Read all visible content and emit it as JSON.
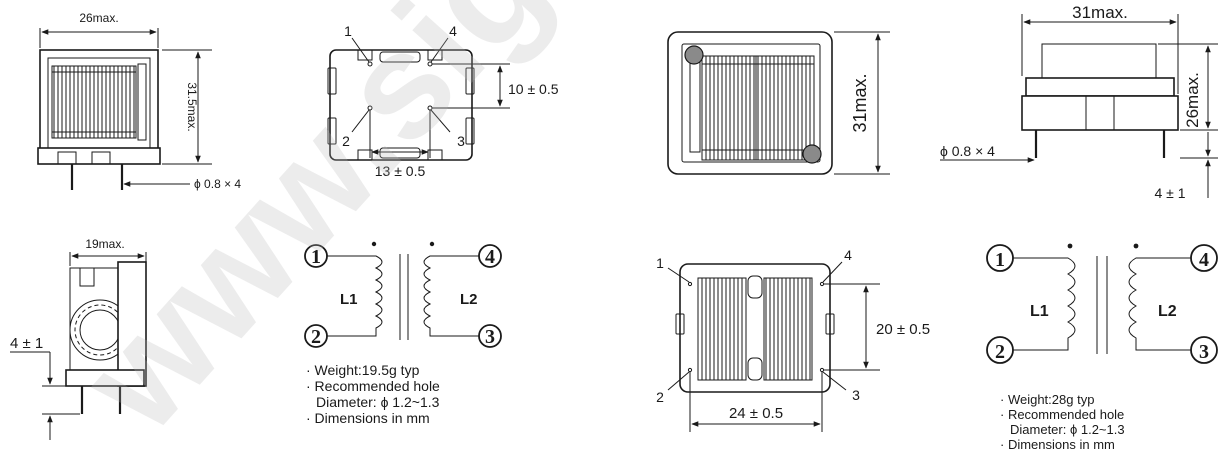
{
  "left_drawing": {
    "front_width": "26max.",
    "front_height": "31.5max.",
    "pin_dia": "ϕ 0.8 × 4",
    "side_width": "19max.",
    "side_pin": "4 ± 1",
    "pins": [
      "1",
      "2",
      "3",
      "4"
    ],
    "pin_pitch_v": "10 ± 0.5",
    "pin_pitch_h": "13 ± 0.5",
    "schematic": {
      "pins": [
        "1",
        "2",
        "3",
        "4"
      ],
      "coil1": "L1",
      "coil2": "L2"
    },
    "notes": [
      "· Weight:19.5g typ",
      "· Recommended hole",
      "Diameter: ϕ 1.2~1.3",
      "· Dimensions in mm"
    ]
  },
  "right_drawing": {
    "top_height": "31max.",
    "side_width": "31max.",
    "side_height": "26max.",
    "pin_dia": "ϕ 0.8 × 4",
    "pin_len": "4 ± 1",
    "pins": [
      "1",
      "2",
      "3",
      "4"
    ],
    "pin_pitch_v": "20 ± 0.5",
    "pin_pitch_h": "24 ± 0.5",
    "schematic": {
      "pins": [
        "1",
        "2",
        "3",
        "4"
      ],
      "coil1": "L1",
      "coil2": "L2"
    },
    "notes": [
      "· Weight:28g typ",
      "· Recommended hole",
      "Diameter: ϕ 1.2~1.3",
      "· Dimensions in mm"
    ]
  },
  "watermark": "www.sign"
}
